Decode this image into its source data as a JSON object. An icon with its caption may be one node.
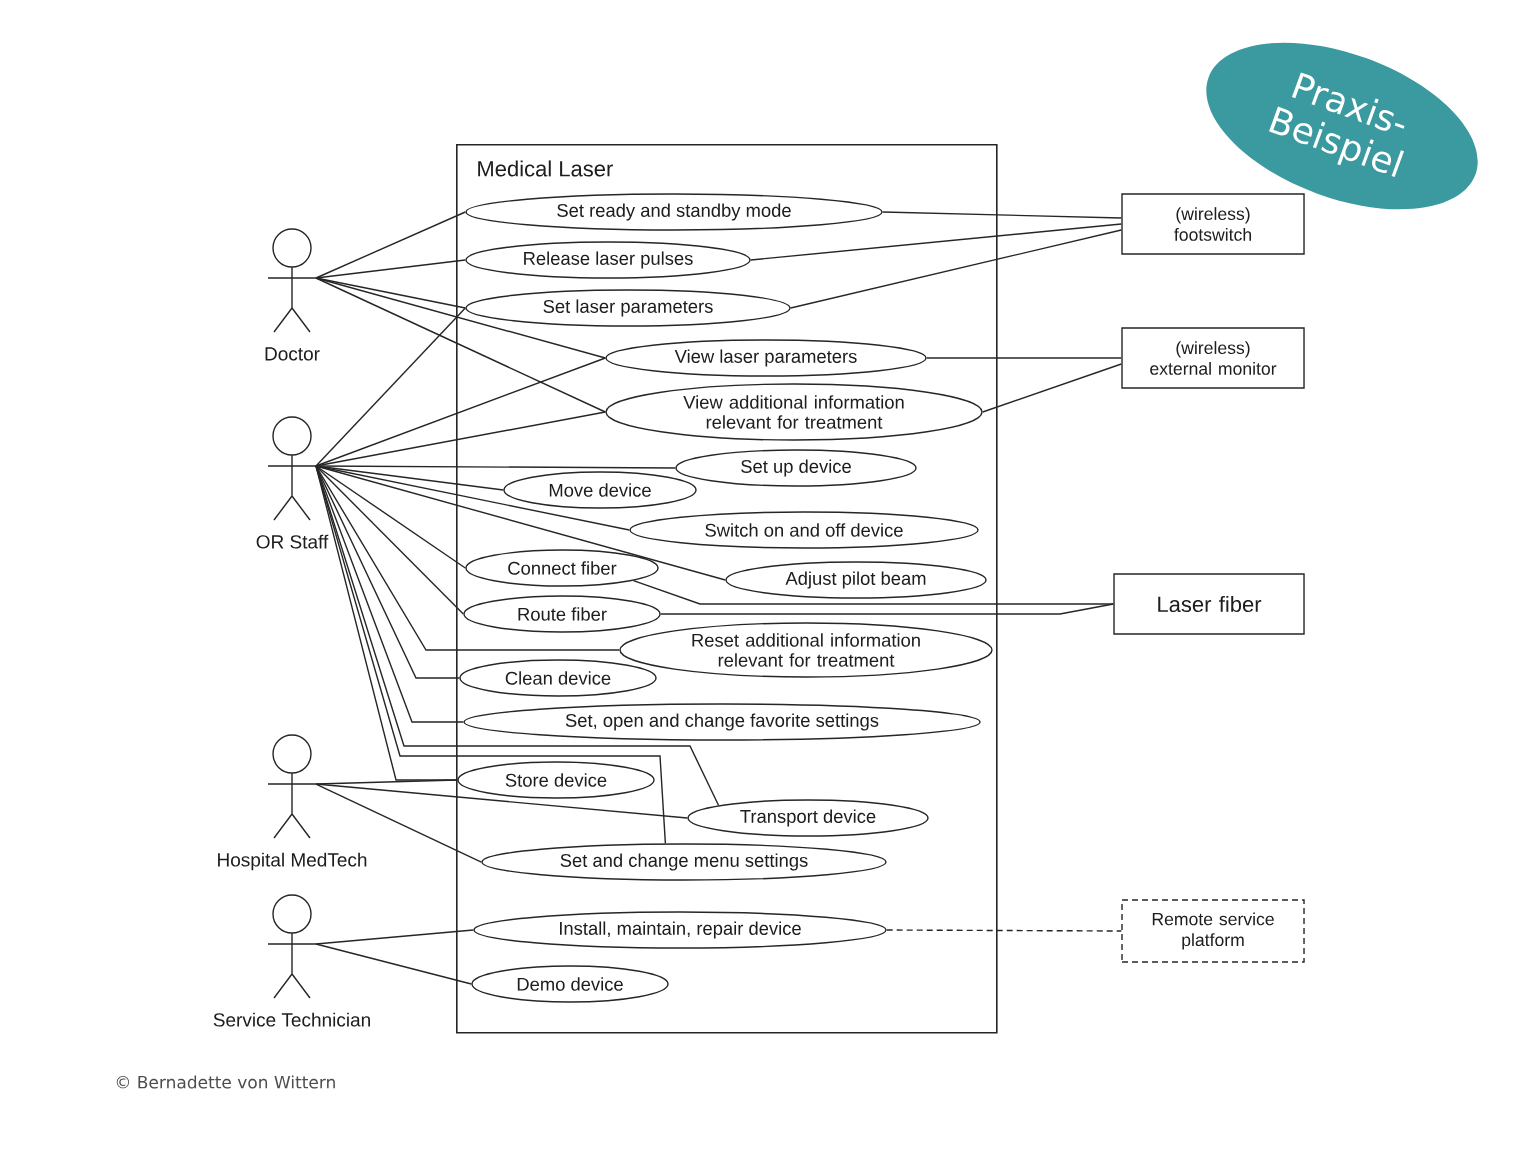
{
  "diagram": {
    "nodes": [
      {
        "text": [
          "Medical Laser"
        ]
      },
      {
        "text": [
          "Doctor"
        ]
      },
      {
        "text": [
          "OR Staff"
        ]
      },
      {
        "text": [
          "Hospital MedTech"
        ]
      },
      {
        "text": [
          "Service Technician"
        ]
      },
      {
        "text": [
          "Set ready and standby mode"
        ],
        "in": 0
      },
      {
        "text": [
          "Release laser pulses"
        ],
        "in": 0
      },
      {
        "text": [
          "Set laser parameters"
        ],
        "in": 0
      },
      {
        "text": [
          "View laser parameters"
        ],
        "in": 0
      },
      {
        "text": [
          "View additional information relevant for treatment"
        ],
        "in": 0
      },
      {
        "text": [
          "Set up device"
        ],
        "in": 0
      },
      {
        "text": [
          "Move device"
        ],
        "in": 0
      },
      {
        "text": [
          "Switch on and off device"
        ],
        "in": 0
      },
      {
        "text": [
          "Connect fiber"
        ],
        "in": 0
      },
      {
        "text": [
          "Adjust pilot beam"
        ],
        "in": 0
      },
      {
        "text": [
          "Route fiber"
        ],
        "in": 0
      },
      {
        "text": [
          "Reset additional information relevant for treatment"
        ],
        "in": 0
      },
      {
        "text": [
          "Clean device"
        ],
        "in": 0
      },
      {
        "text": [
          "Set, open and change favorite settings"
        ],
        "in": 0
      },
      {
        "text": [
          "Store device"
        ],
        "in": 0
      },
      {
        "text": [
          "Transport device"
        ],
        "in": 0
      },
      {
        "text": [
          "Set and change menu settings"
        ],
        "in": 0
      },
      {
        "text": [
          "Install, maintain, repair device"
        ],
        "in": 0
      },
      {
        "text": [
          "Demo device"
        ],
        "in": 0
      },
      {
        "text": [
          "(wireless) footswitch"
        ]
      },
      {
        "text": [
          "(wireless) external monitor"
        ]
      },
      {
        "text": [
          "Laser fiber"
        ]
      },
      {
        "text": [
          "Remote service platform"
        ]
      },
      {
        "text": [
          "Praxis- Beispiel"
        ]
      }
    ],
    "edges": [
      {
        "from": 1,
        "to": 5,
        "arrow": "none"
      },
      {
        "from": 1,
        "to": 6,
        "arrow": "none"
      },
      {
        "from": 1,
        "to": 7,
        "arrow": "none"
      },
      {
        "from": 1,
        "to": 8,
        "arrow": "none"
      },
      {
        "from": 1,
        "to": 9,
        "arrow": "none"
      },
      {
        "from": 2,
        "to": 7,
        "arrow": "none"
      },
      {
        "from": 2,
        "to": 8,
        "arrow": "none"
      },
      {
        "from": 2,
        "to": 9,
        "arrow": "none"
      },
      {
        "from": 2,
        "to": 10,
        "arrow": "none"
      },
      {
        "from": 2,
        "to": 11,
        "arrow": "none"
      },
      {
        "from": 2,
        "to": 12,
        "arrow": "none"
      },
      {
        "from": 2,
        "to": 13,
        "arrow": "none"
      },
      {
        "from": 2,
        "to": 14,
        "arrow": "none"
      },
      {
        "from": 2,
        "to": 15,
        "arrow": "none"
      },
      {
        "from": 2,
        "to": 16,
        "arrow": "none"
      },
      {
        "from": 2,
        "to": 17,
        "arrow": "none"
      },
      {
        "from": 2,
        "to": 18,
        "arrow": "none"
      },
      {
        "from": 2,
        "to": 19,
        "arrow": "none"
      },
      {
        "from": 2,
        "to": 20,
        "arrow": "none"
      },
      {
        "from": 2,
        "to": 21,
        "arrow": "none"
      },
      {
        "from": 3,
        "to": 19,
        "arrow": "none"
      },
      {
        "from": 3,
        "to": 20,
        "arrow": "none"
      },
      {
        "from": 3,
        "to": 21,
        "arrow": "none"
      },
      {
        "from": 4,
        "to": 22,
        "arrow": "none"
      },
      {
        "from": 4,
        "to": 23,
        "arrow": "none"
      },
      {
        "from": 5,
        "to": 24,
        "arrow": "none"
      },
      {
        "from": 6,
        "to": 24,
        "arrow": "none"
      },
      {
        "from": 7,
        "to": 24,
        "arrow": "none"
      },
      {
        "from": 8,
        "to": 25,
        "arrow": "none"
      },
      {
        "from": 9,
        "to": 25,
        "arrow": "none"
      },
      {
        "from": 13,
        "to": 26,
        "arrow": "none"
      },
      {
        "from": 15,
        "to": 26,
        "arrow": "none"
      },
      {
        "from": 22,
        "to": 27,
        "arrow": "none",
        "style": "dashed"
      }
    ],
    "labels": [
      "© Bernadette von Wittern"
    ]
  }
}
